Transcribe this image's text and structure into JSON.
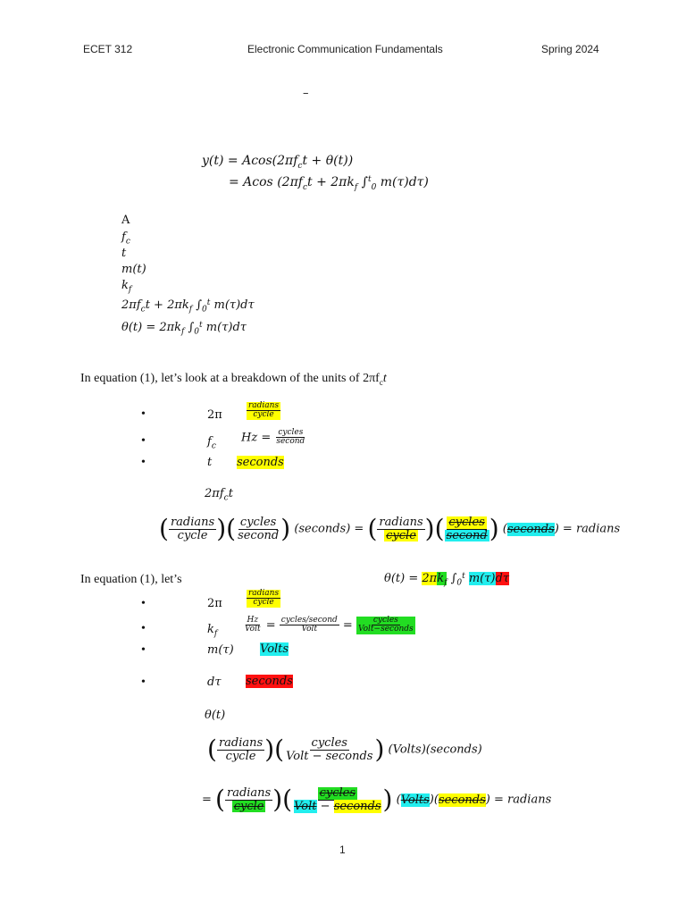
{
  "header": {
    "course": "ECET 312",
    "title": "Electronic Communication Fundamentals",
    "term": "Spring 2024"
  },
  "dash": "–",
  "equations": {
    "eq1_line1": "y(t) = Acos(2πf",
    "eq1_line1_sub": "c",
    "eq1_line1_tail": "t + θ(t))",
    "eq1_line2_head": "= Acos (2πf",
    "eq1_line2_sub": "c",
    "eq1_line2_mid": "t + 2πk",
    "eq1_line2_sub2": "f",
    "eq1_line2_int": "∫",
    "eq1_line2_tail": "m(τ)dτ)"
  },
  "symbols": [
    "A",
    "f",
    "t",
    "m(t)",
    "k",
    "2πf",
    "θ(t) = 2πk"
  ],
  "para1": "In equation (1), let’s look at a breakdown of the units of 2πf",
  "para1_sub": "c",
  "para1_tail": "t",
  "list1": [
    {
      "sym": "2π",
      "num": "radians",
      "den": "cycle"
    },
    {
      "sym": "f",
      "sub": "c",
      "pre": "Hz =",
      "num": "cycles",
      "den": "second"
    },
    {
      "sym": "t",
      "unit": "seconds"
    }
  ],
  "label_2pifct": "2πf",
  "eq2": {
    "f1_num": "radians",
    "f1_den": "cycle",
    "f2_num": "cycles",
    "f2_den": "second",
    "p3": "(seconds) =",
    "f4_num": "radians",
    "f4_den": "cycle",
    "f5_num": "cycles",
    "f5_den": "second",
    "p6": "seconds",
    "result": "= radians"
  },
  "para2": "In equation (1), let’s",
  "theta_eq": {
    "lhs": "θ(t) = ",
    "two_pi": "2π",
    "k": "k",
    "int": "∫",
    "m": "m(τ)",
    "dtau": "dτ"
  },
  "list2": [
    {
      "sym": "2π",
      "num": "radians",
      "den": "cycle"
    },
    {
      "sym": "k",
      "f1_num": "Hz",
      "f1_den": "Volt",
      "f2_num": "cycles/second",
      "f2_den": "Volt",
      "f3_num": "cycles",
      "f3_den": "Volt−seconds"
    },
    {
      "sym": "m(τ)",
      "unit": "Volts"
    },
    {
      "sym": "dτ",
      "unit": "seconds"
    }
  ],
  "theta_label": "θ(t)",
  "eq3": {
    "f1_num": "radians",
    "f1_den": "cycle",
    "f2_num": "cycles",
    "f2_den": "Volt − seconds",
    "tail": "(Volts)(seconds)"
  },
  "eq4": {
    "eq": "=",
    "f1_num": "radians",
    "f1_den": "cycle",
    "f2_num": "cycles",
    "f2_den_a": "Volt",
    "f2_den_op": " − ",
    "f2_den_b": "seconds",
    "volts": "Volts",
    "seconds": "seconds",
    "result": "= radians"
  },
  "page_number": "1"
}
